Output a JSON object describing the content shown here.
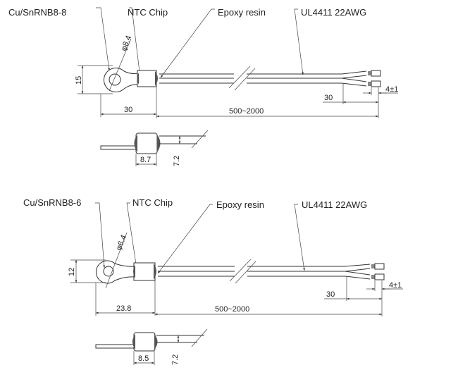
{
  "assemblies": [
    {
      "terminal_label": "Cu/SnRNB8-8",
      "chip_label": "NTC Chip",
      "epoxy_label": "Epoxy resin",
      "wire_label": "UL4411 22AWG",
      "hole_diameter": "φ8.4",
      "ring_height": "15",
      "terminal_length": "30",
      "wire_length": "500~2000",
      "split_length": "30",
      "strip_length": "4±1",
      "body_length": "8.7",
      "body_height": "7.2"
    },
    {
      "terminal_label": "Cu/SnRNB8-6",
      "chip_label": "NTC Chip",
      "epoxy_label": "Epoxy resin",
      "wire_label": "UL4411 22AWG",
      "hole_diameter": "φ6.4",
      "ring_height": "12",
      "terminal_length": "23.8",
      "wire_length": "500~2000",
      "split_length": "30",
      "strip_length": "4±1",
      "body_length": "8.5",
      "body_height": "7.2"
    }
  ]
}
